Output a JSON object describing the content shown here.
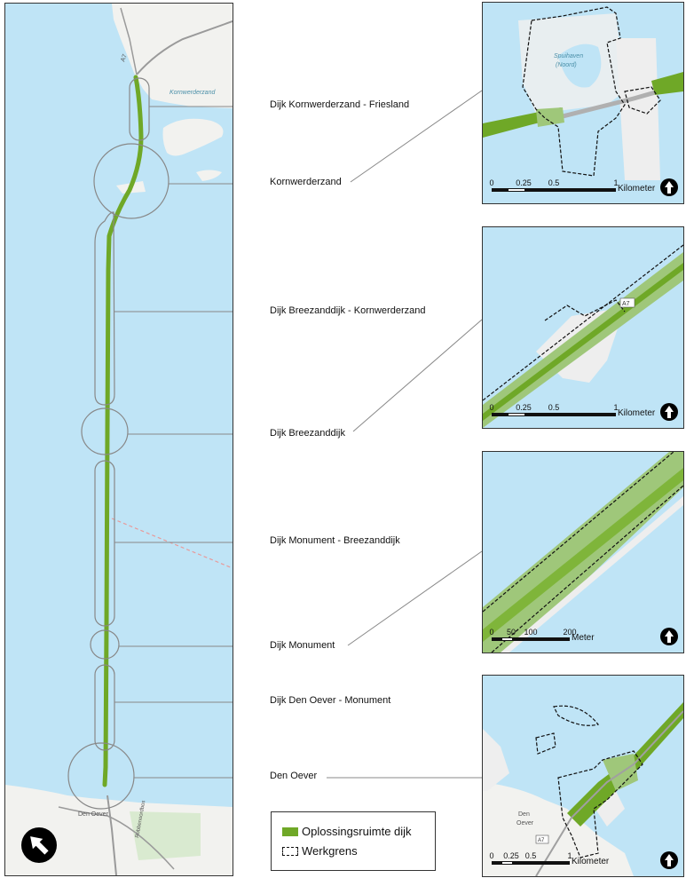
{
  "main_map": {
    "road_label": "A7",
    "place_labels": [
      "Kornwerderzand",
      "Den Oever",
      "Robbenoordbos"
    ]
  },
  "sections": [
    {
      "label": "Dijk Kornwerderzand - Friesland"
    },
    {
      "label": "Kornwerderzand"
    },
    {
      "label": "Dijk Breezanddijk - Kornwerderzand"
    },
    {
      "label": "Dijk Breezanddijk"
    },
    {
      "label": "Dijk Monument - Breezanddijk"
    },
    {
      "label": "Dijk Monument"
    },
    {
      "label": "Dijk Den Oever - Monument"
    },
    {
      "label": "Den Oever"
    }
  ],
  "insets": [
    {
      "name": "Kornwerderzand",
      "map_labels": [
        "Spuihaven",
        "(Noord)"
      ],
      "scale_ticks": [
        "0",
        "0.25",
        "0.5",
        "1"
      ],
      "scale_unit": "Kilometer"
    },
    {
      "name": "Breezanddijk",
      "map_labels": [
        "A7"
      ],
      "scale_ticks": [
        "0",
        "0.25",
        "0.5",
        "1"
      ],
      "scale_unit": "Kilometer"
    },
    {
      "name": "Monument",
      "map_labels": [],
      "scale_ticks": [
        "0",
        "50",
        "100",
        "200"
      ],
      "scale_unit": "Meter"
    },
    {
      "name": "Den Oever",
      "map_labels": [
        "Den",
        "Oever",
        "A7"
      ],
      "scale_ticks": [
        "0",
        "0.25",
        "0.5",
        "1"
      ],
      "scale_unit": "Kilometer"
    }
  ],
  "legend": {
    "items": [
      {
        "label": "Oplossingsruimte dijk",
        "symbol": "green-fill"
      },
      {
        "label": "Werkgrens",
        "symbol": "dashed-outline"
      }
    ]
  },
  "colors": {
    "water": "#bfe4f6",
    "land": "#f2f2ef",
    "dike": "#6fa827",
    "dike_light": "#9fc77a",
    "outline": "#888888"
  }
}
